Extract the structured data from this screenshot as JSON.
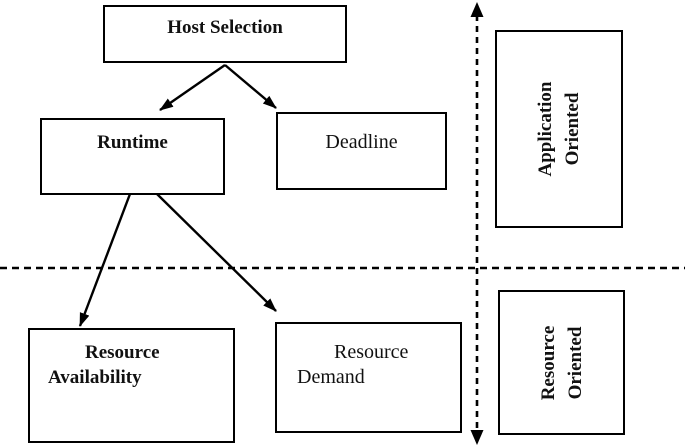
{
  "diagram": {
    "nodes": {
      "host_selection": {
        "label": "Host Selection"
      },
      "runtime": {
        "label": "Runtime"
      },
      "deadline": {
        "label": "Deadline"
      },
      "resource_availability": {
        "label": "Resource\nAvailability"
      },
      "resource_demand": {
        "label": "Resource\nDemand"
      }
    },
    "quadrants": {
      "application_oriented": {
        "label": "Application\nOriented"
      },
      "resource_oriented": {
        "label": "Resource\nOriented"
      }
    },
    "edges": [
      {
        "from": "host_selection",
        "to": "runtime",
        "style": "solid-arrow"
      },
      {
        "from": "host_selection",
        "to": "deadline",
        "style": "solid-arrow"
      },
      {
        "from": "runtime",
        "to": "resource_availability",
        "style": "solid-arrow"
      },
      {
        "from": "runtime",
        "to": "resource_demand",
        "style": "solid-arrow"
      }
    ],
    "axes": {
      "vertical": {
        "style": "dashed",
        "arrows": "both-ends"
      },
      "horizontal": {
        "style": "dashed",
        "arrows": "none"
      }
    },
    "colors": {
      "background": "#ffffff",
      "line": "#000000",
      "border": "#000000",
      "text": "#111111"
    }
  }
}
